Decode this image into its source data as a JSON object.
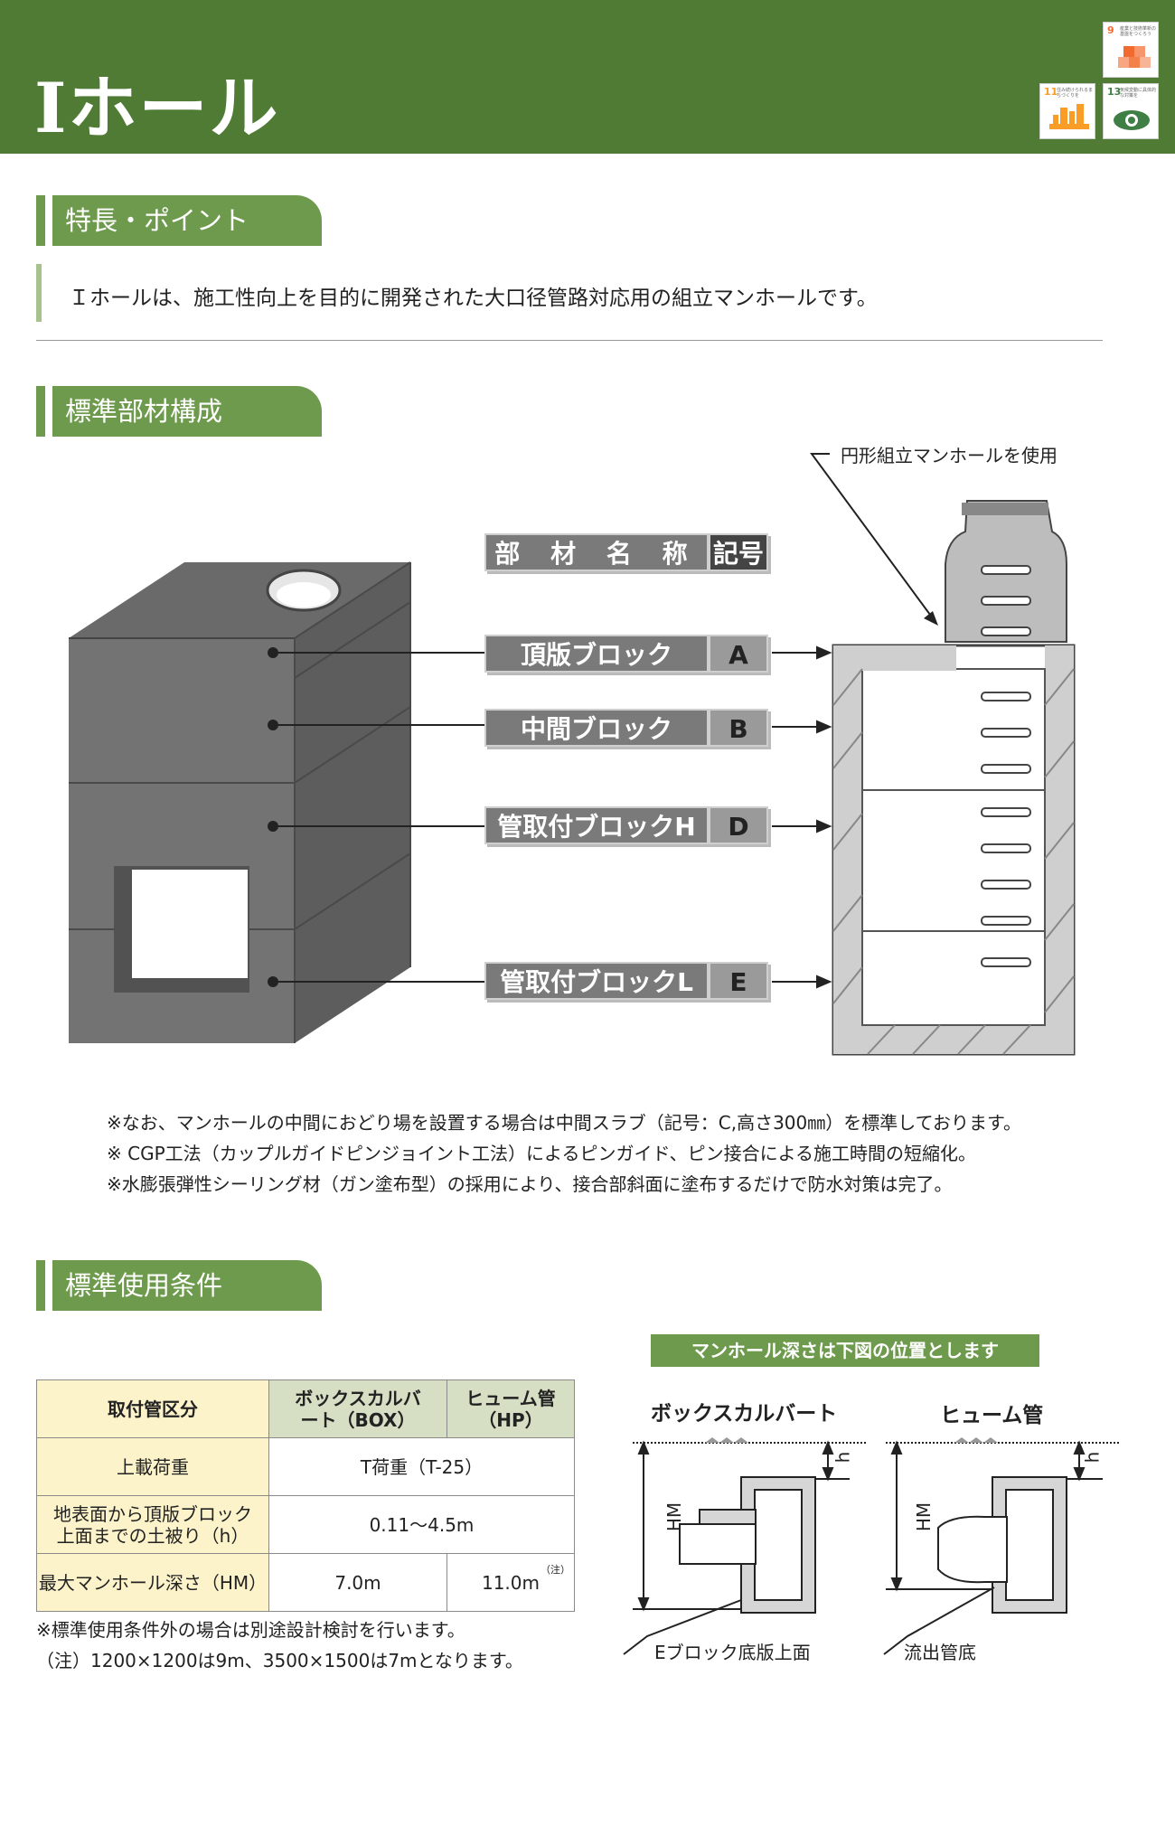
{
  "header": {
    "title": "Iホール"
  },
  "sdgs": [
    {
      "num": "9",
      "caption": "産業と技術革新の基盤をつくろう",
      "color": "#f26a2d"
    },
    {
      "num": "11",
      "caption": "住み続けられるまちづくりを",
      "color": "#f99d26"
    },
    {
      "num": "13",
      "caption": "気候変動に具体的な対策を",
      "color": "#3f7e44"
    }
  ],
  "sections": {
    "features": "特長・ポイント",
    "components": "標準部材構成",
    "conditions": "標準使用条件"
  },
  "intro": "Ｉホールは、施工性向上を目的に開発された大口径管路対応用の組立マンホールです。",
  "parts": {
    "header_name": "部 材 名 称",
    "header_symbol": "記号",
    "items": [
      {
        "name": "頂版ブロック",
        "symbol": "A"
      },
      {
        "name": "中間ブロック",
        "symbol": "B"
      },
      {
        "name": "管取付ブロックH",
        "symbol": "D"
      },
      {
        "name": "管取付ブロックL",
        "symbol": "E"
      }
    ],
    "circular_note": "円形組立マンホールを使用"
  },
  "notes": [
    "※なお、マンホールの中間におどり場を設置する場合は中間スラブ（記号：C,高さ300㎜）を標準しております。",
    "※ CGP工法（カップルガイドピンジョイント工法）によるピンガイド、ピン接合による施工時間の短縮化。",
    "※水膨張弾性シーリング材（ガン塗布型）の採用により、接合部斜面に塗布するだけで防水対策は完了。"
  ],
  "table": {
    "header": {
      "col0": "取付管区分",
      "col1": "ボックスカルバート（BOX）",
      "col2": "ヒューム管（HP）"
    },
    "rows": [
      {
        "label": "上載荷重",
        "value": "T荷重（T-25）"
      },
      {
        "label": "地表面から頂版ブロック上面までの土被り（h）",
        "value": "0.11～4.5m"
      },
      {
        "label": "最大マンホール深さ（HM）",
        "box": "7.0m",
        "hp": "11.0m",
        "hp_note": "（注）"
      }
    ],
    "footnotes": [
      "※標準使用条件外の場合は別途設計検討を行います。",
      "（注）1200×1200は9m、3500×1500は7mとなります。"
    ]
  },
  "depth": {
    "banner": "マンホール深さは下図の位置とします",
    "box_title": "ボックスカルバート",
    "hp_title": "ヒューム管",
    "h_label": "h",
    "hm_label": "HM",
    "box_bottom": "Eブロック底版上面",
    "hp_bottom": "流出管底"
  }
}
